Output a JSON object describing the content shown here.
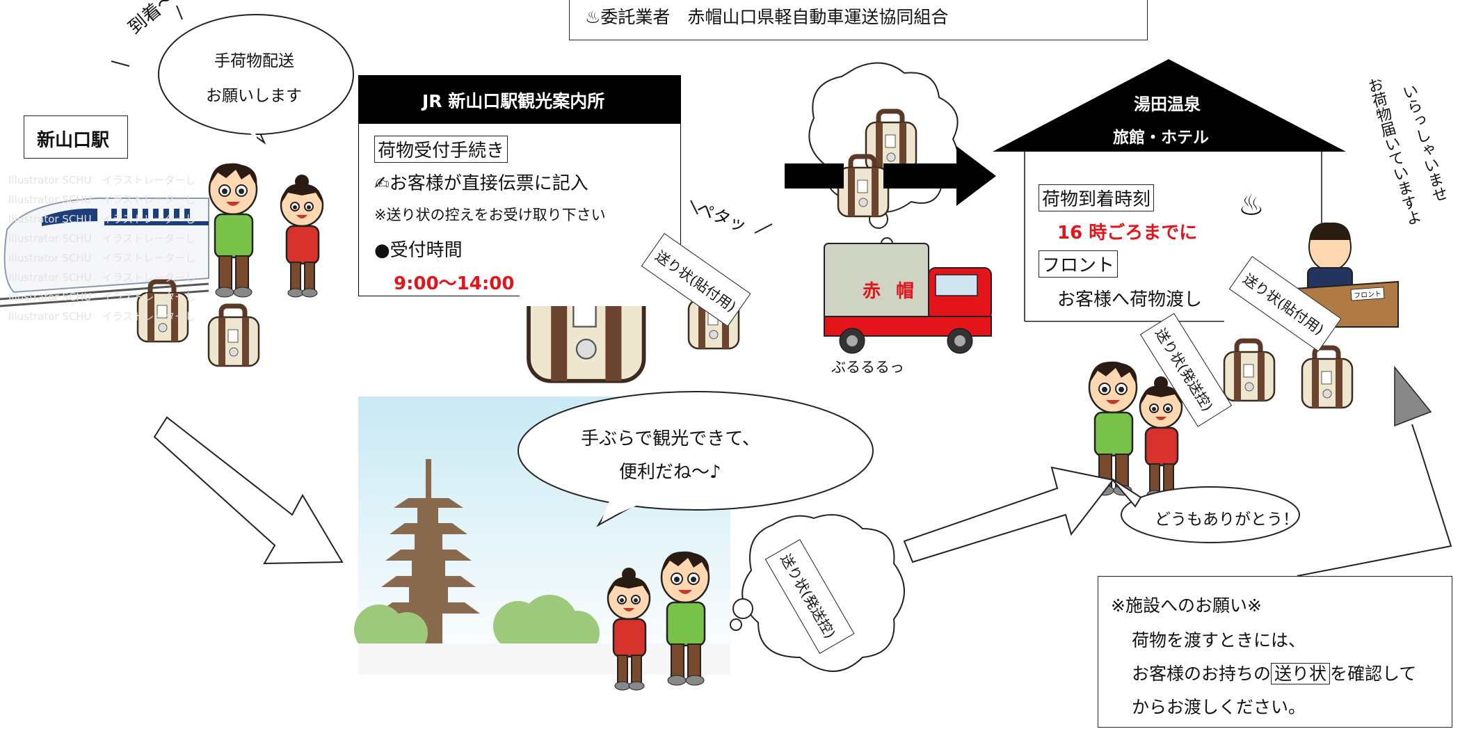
{
  "operator": "♨委託業者　赤帽山口県軽自動車運送協同組合",
  "arrival_shout": "到着〜",
  "speech_request": [
    "手荷物配送",
    "お願いします"
  ],
  "station_label": "新山口駅",
  "watermark_text": "Illustrator SCHU　イラストレーターし",
  "tourist_office": {
    "title": "JR 新山口駅観光案内所",
    "procedure_label": "荷物受付手続き",
    "line1": "✍お客様が直接伝票に記入",
    "line2": "※送り状の控えをお受け取り下さい",
    "hours_label": "●受付時間",
    "hours": "9:00〜14:00"
  },
  "peta_sfx": "ペタッ",
  "slip_attached": "送り状(貼付用)",
  "slip_copy": "送り状(発送控)",
  "truck_sfx": "ぶるるるっ",
  "truck_text": "赤帽",
  "hotel": {
    "roof_line1": "湯田温泉",
    "roof_line2": "旅館・ホテル",
    "arrival_label": "荷物到着時刻",
    "arrival_time": "16 時ごろまでに",
    "front_label": "フロント",
    "handover": "お客様へ荷物渡し",
    "spring_icon": "♨",
    "desk_sign": "フロント"
  },
  "staff_speech": [
    "いらっしゃいませ",
    "お荷物届いていますよ"
  ],
  "tourist_speech": [
    "手ぶらで観光できて、",
    "便利だね〜♪"
  ],
  "thanks": "どうもありがとう！",
  "request_box": {
    "title": "※施設へのお願い※",
    "line1": "荷物を渡すときには、",
    "line2_pre": "お客様のお持ちの",
    "line2_box": "送り状",
    "line2_post": "を確認して",
    "line3": "からお渡しください。"
  },
  "colors": {
    "red": "#e4141b",
    "black": "#000000",
    "shirt_green": "#79c24a",
    "shirt_red": "#d8322c",
    "luggage": "#efe6cf"
  }
}
